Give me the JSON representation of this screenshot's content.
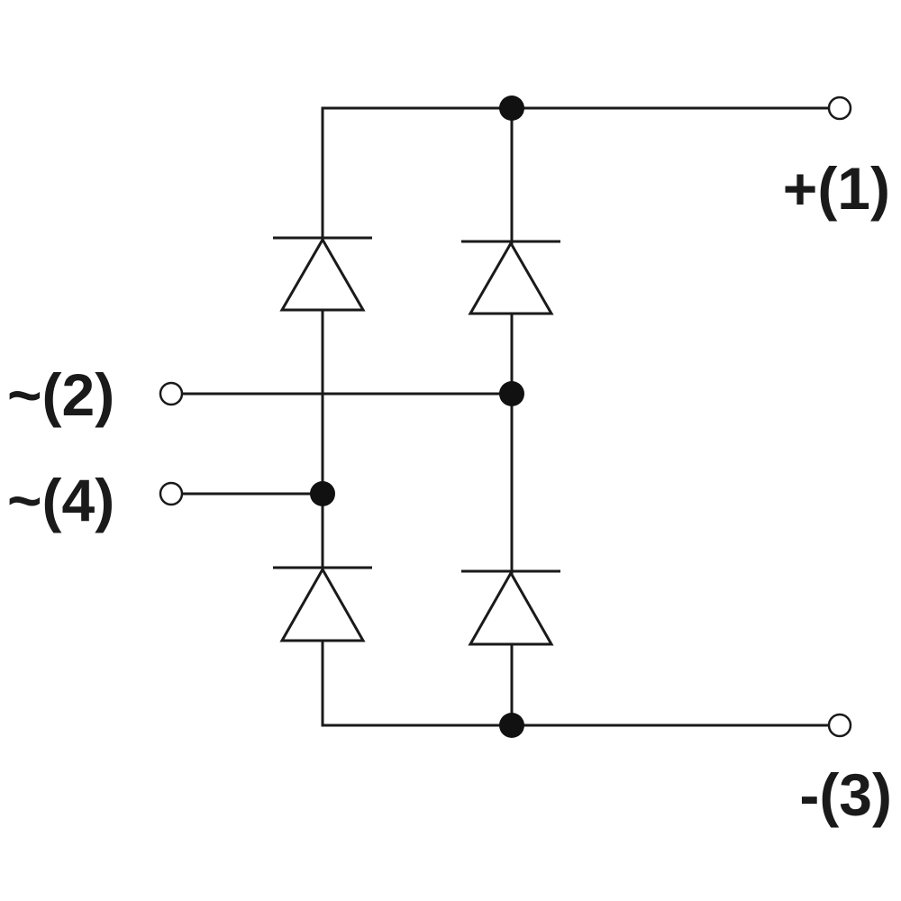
{
  "diagram": {
    "type": "bridge-rectifier",
    "terminals": {
      "positive": {
        "label": "+(1)"
      },
      "ac_a": {
        "label": "~(2)"
      },
      "negative": {
        "label": "-(3)"
      },
      "ac_b": {
        "label": "~(4)"
      }
    },
    "diodes": [
      {
        "name": "diode-upper-left"
      },
      {
        "name": "diode-upper-right"
      },
      {
        "name": "diode-lower-left"
      },
      {
        "name": "diode-lower-right"
      }
    ],
    "colors": {
      "line": "#1a1a1a",
      "background": "#ffffff"
    }
  }
}
